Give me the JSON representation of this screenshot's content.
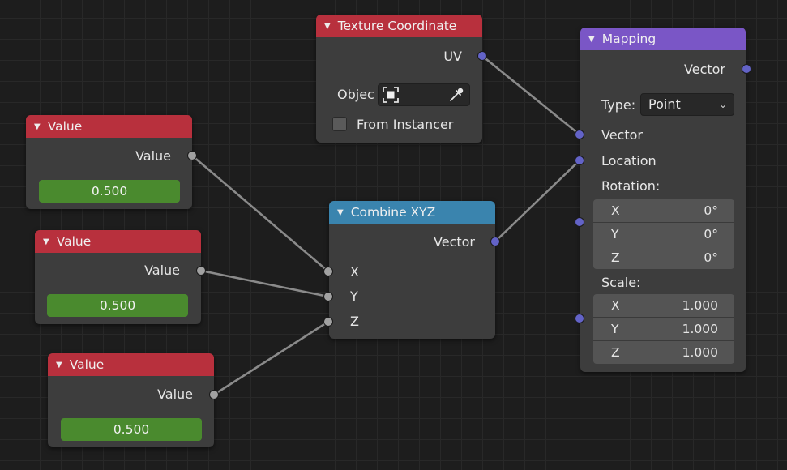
{
  "nodes": {
    "value1": {
      "title": "Value",
      "output": "Value",
      "field": "0.500"
    },
    "value2": {
      "title": "Value",
      "output": "Value",
      "field": "0.500"
    },
    "value3": {
      "title": "Value",
      "output": "Value",
      "field": "0.500"
    },
    "texcoord": {
      "title": "Texture Coordinate",
      "output": "UV",
      "object_label": "Objec",
      "instancer_label": "From Instancer"
    },
    "combine": {
      "title": "Combine XYZ",
      "output": "Vector",
      "inputs": [
        "X",
        "Y",
        "Z"
      ]
    },
    "mapping": {
      "title": "Mapping",
      "output": "Vector",
      "type_label": "Type:",
      "type_value": "Point",
      "input_vector": "Vector",
      "input_location": "Location",
      "rotation_label": "Rotation:",
      "rotation": [
        {
          "axis": "X",
          "value": "0°"
        },
        {
          "axis": "Y",
          "value": "0°"
        },
        {
          "axis": "Z",
          "value": "0°"
        }
      ],
      "scale_label": "Scale:",
      "scale": [
        {
          "axis": "X",
          "value": "1.000"
        },
        {
          "axis": "Y",
          "value": "1.000"
        },
        {
          "axis": "Z",
          "value": "1.000"
        }
      ]
    }
  },
  "colors": {
    "value_header": "#b8303d",
    "combine_header": "#3a84ae",
    "mapping_header": "#7a56c6",
    "value_field": "#4a8a2e",
    "socket_float": "#a1a1a1",
    "socket_vector": "#6363c7"
  },
  "icons": {
    "collapse": "triangle-down-icon",
    "object": "object-target-icon",
    "eyedropper": "eyedropper-icon",
    "dropdown": "chevron-down-icon"
  }
}
